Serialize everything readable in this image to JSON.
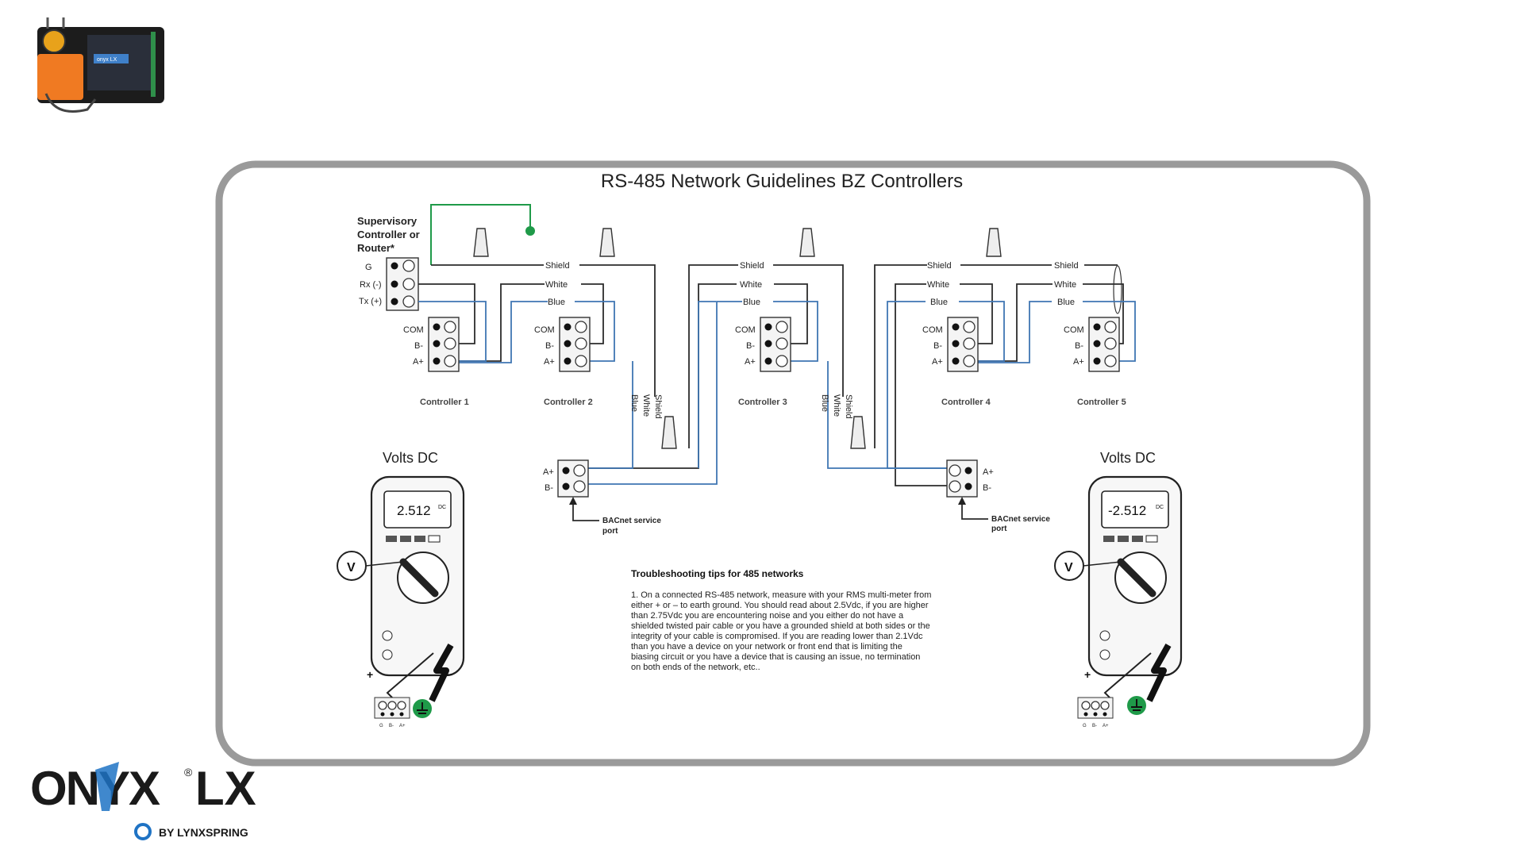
{
  "title": "RS-485 Network Guidelines BZ Controllers",
  "supervisory": {
    "line1": "Supervisory",
    "line2": "Controller or",
    "line3": "Router*",
    "g": "G",
    "rx": "Rx (-)",
    "tx": "Tx (+)"
  },
  "terminals": {
    "com": "COM",
    "bminus": "B-",
    "aplus": "A+"
  },
  "controllers": [
    "Controller 1",
    "Controller 2",
    "Controller 3",
    "Controller 4",
    "Controller 5"
  ],
  "wires": {
    "shield": "Shield",
    "white": "White",
    "blue": "Blue"
  },
  "service_port": {
    "line1": "BACnet service",
    "line2": "port"
  },
  "meters": [
    {
      "label": "Volts DC",
      "reading": "2.512",
      "unit": "DC",
      "plus": "+",
      "minus": "−",
      "pins": [
        "G",
        "B-",
        "A+"
      ]
    },
    {
      "label": "Volts DC",
      "reading": "-2.512",
      "unit": "DC",
      "plus": "+",
      "minus": "−",
      "pins": [
        "G",
        "B-",
        "A+"
      ]
    }
  ],
  "tips": {
    "heading": "Troubleshooting tips for 485 networks",
    "lines": [
      "1. On a connected RS-485 network, measure with your RMS multi-meter from",
      "either + or – to earth ground. You should read about 2.5Vdc, if you are higher",
      "than 2.75Vdc you are encountering noise and you either do not have a",
      "shielded twisted pair cable or you have a grounded shield at both sides or the",
      "integrity of your cable is compromised. If you are reading lower than 2.1Vdc",
      "than you have a device on your network or front end that is limiting the",
      "biasing circuit or you have a device that is causing an issue, no termination",
      "on both ends of the network, etc.."
    ]
  },
  "logo": {
    "brand": "ONYX",
    "suffix": "LX",
    "by": "BY LYNXSPRING",
    "device_text": "onyx LX"
  },
  "colors": {
    "blue_wire": "#3f76b2",
    "ground_green": "#1f9a49",
    "brand_blue": "#1f73c4",
    "card_border": "#9a9a9a"
  }
}
